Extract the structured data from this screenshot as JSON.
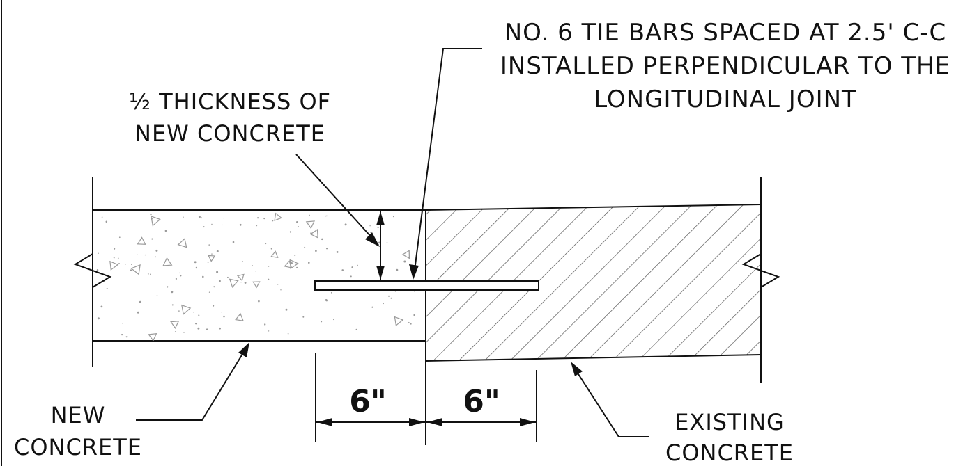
{
  "labels": {
    "tie_bars": [
      "NO. 6 TIE BARS SPACED AT 2.5' C-C",
      "INSTALLED PERPENDICULAR TO THE",
      "LONGITUDINAL JOINT"
    ],
    "half_thickness": [
      "½ THICKNESS OF",
      "NEW CONCRETE"
    ],
    "new_concrete": [
      "NEW",
      "CONCRETE"
    ],
    "existing_concrete": [
      "EXISTING",
      "CONCRETE"
    ]
  },
  "dimensions": {
    "left": "6\"",
    "right": "6\""
  },
  "colors": {
    "line": "#111111",
    "aggregate": "#9a9a9a",
    "hatch": "#555555",
    "background": "#ffffff"
  }
}
